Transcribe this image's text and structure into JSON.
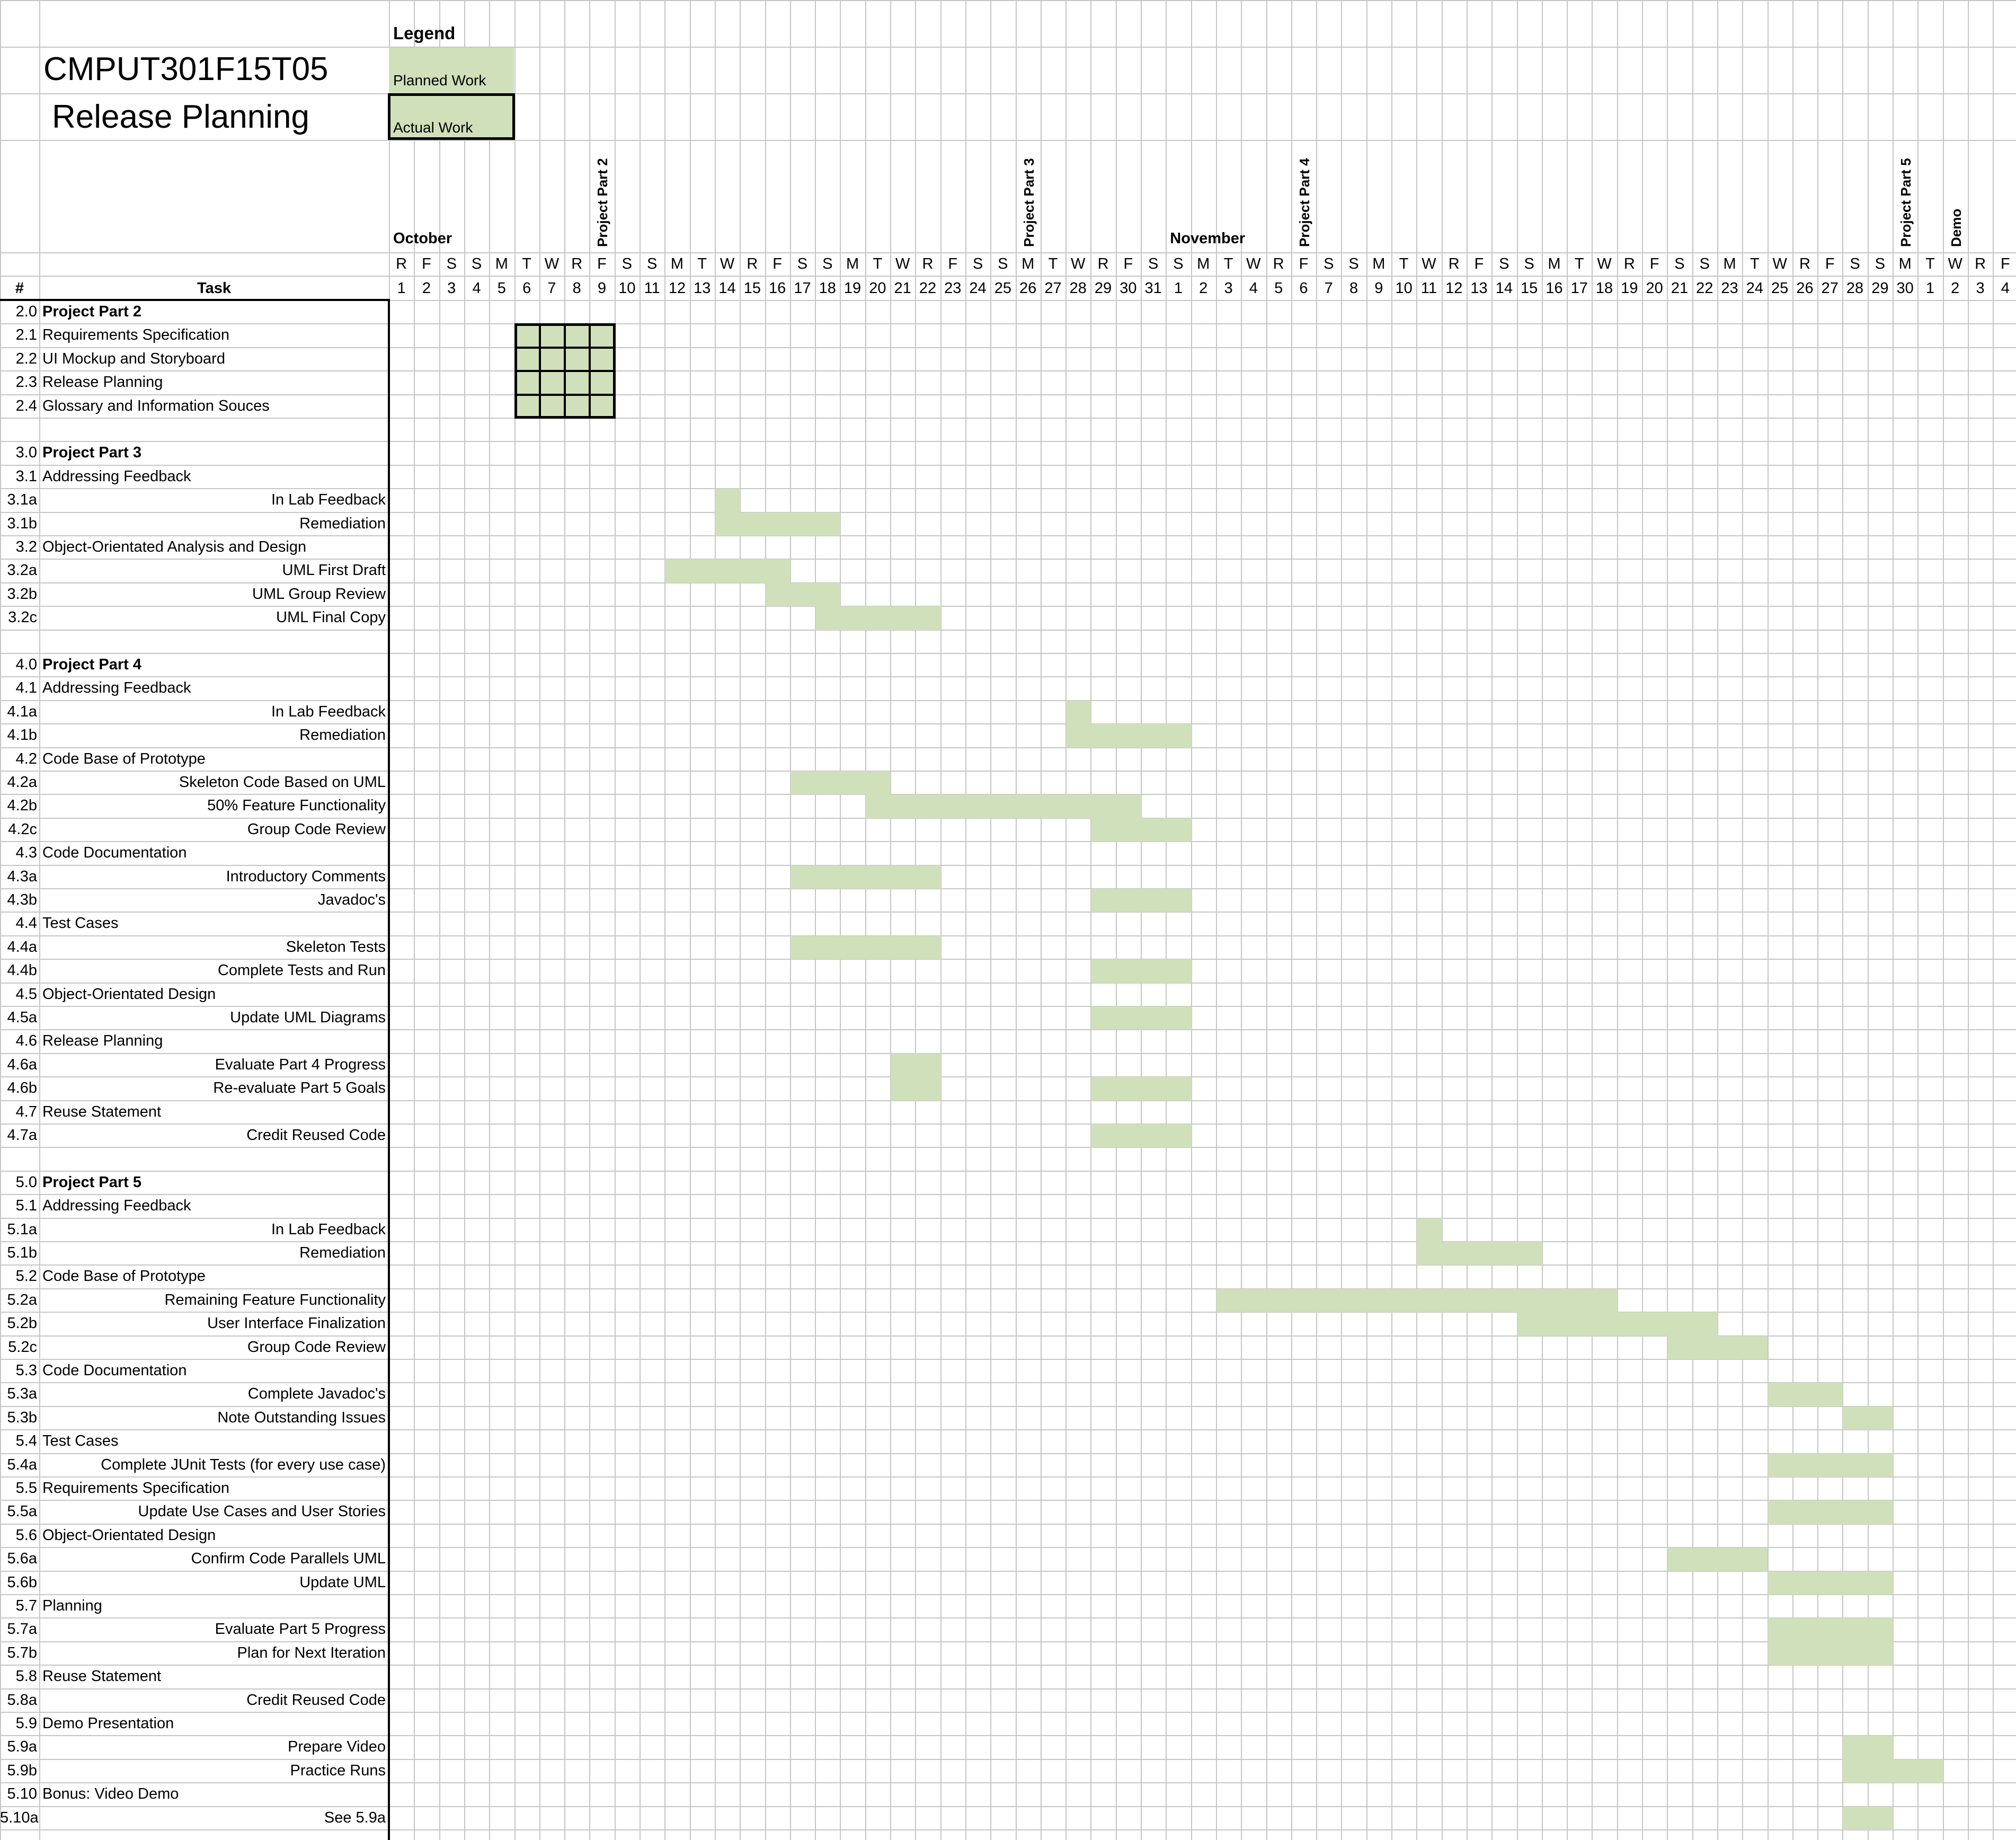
{
  "title_line1": "CMPUT301F15T05",
  "title_line2": "Release Planning",
  "legend": {
    "title": "Legend",
    "planned": "Planned Work",
    "actual": "Actual Work",
    "planned_color": "#cfe0bb",
    "actual_color": "#cfe0bb",
    "actual_border": "#000000"
  },
  "months": [
    {
      "label": "October",
      "start_day_index": 0
    },
    {
      "label": "November",
      "start_day_index": 31
    }
  ],
  "milestones": [
    {
      "label": "Project Part 2",
      "day_index": 8
    },
    {
      "label": "Project Part 3",
      "day_index": 25
    },
    {
      "label": "Project Part 4",
      "day_index": 36
    },
    {
      "label": "Project Part 5",
      "day_index": 60
    },
    {
      "label": "Demo",
      "day_index": 62
    }
  ],
  "header": {
    "num": "#",
    "task": "Task"
  },
  "weekdays": [
    "R",
    "F",
    "S",
    "S",
    "M",
    "T",
    "W",
    "R",
    "F",
    "S",
    "S",
    "M",
    "T",
    "W",
    "R",
    "F",
    "S",
    "S",
    "M",
    "T",
    "W",
    "R",
    "F",
    "S",
    "S",
    "M",
    "T",
    "W",
    "R",
    "F",
    "S",
    "S",
    "M",
    "T",
    "W",
    "R",
    "F",
    "S",
    "S",
    "M",
    "T",
    "W",
    "R",
    "F",
    "S",
    "S",
    "M",
    "T",
    "W",
    "R",
    "F",
    "S",
    "S",
    "M",
    "T",
    "W",
    "R",
    "F",
    "S",
    "S",
    "M",
    "T",
    "W",
    "R",
    "F"
  ],
  "dates": [
    "1",
    "2",
    "3",
    "4",
    "5",
    "6",
    "7",
    "8",
    "9",
    "10",
    "11",
    "12",
    "13",
    "14",
    "15",
    "16",
    "17",
    "18",
    "19",
    "20",
    "21",
    "22",
    "23",
    "24",
    "25",
    "26",
    "27",
    "28",
    "29",
    "30",
    "31",
    "1",
    "2",
    "3",
    "4",
    "5",
    "6",
    "7",
    "8",
    "9",
    "10",
    "11",
    "12",
    "13",
    "14",
    "15",
    "16",
    "17",
    "18",
    "19",
    "20",
    "21",
    "22",
    "23",
    "24",
    "25",
    "26",
    "27",
    "28",
    "29",
    "30",
    "1",
    "2",
    "3",
    "4"
  ],
  "rows": [
    {
      "num": "2.0",
      "task": "Project Part 2",
      "bold": true,
      "align": "left",
      "bars": []
    },
    {
      "num": "2.1",
      "task": "Requirements Specification",
      "align": "left",
      "actual": [
        5,
        8
      ],
      "bars": []
    },
    {
      "num": "2.2",
      "task": "UI Mockup and Storyboard",
      "align": "left",
      "actual": [
        5,
        8
      ],
      "bars": []
    },
    {
      "num": "2.3",
      "task": "Release Planning",
      "align": "left",
      "actual": [
        5,
        8
      ],
      "bars": []
    },
    {
      "num": "2.4",
      "task": "Glossary and Information Souces",
      "align": "left",
      "actual": [
        5,
        8
      ],
      "bars": []
    },
    {
      "num": "",
      "task": "",
      "align": "left",
      "bars": []
    },
    {
      "num": "3.0",
      "task": "Project Part 3",
      "bold": true,
      "align": "left",
      "bars": []
    },
    {
      "num": "3.1",
      "task": "Addressing Feedback",
      "align": "left",
      "bars": []
    },
    {
      "num": "3.1a",
      "task": "In Lab Feedback",
      "align": "right",
      "bars": [
        [
          13,
          13
        ]
      ]
    },
    {
      "num": "3.1b",
      "task": "Remediation",
      "align": "right",
      "bars": [
        [
          13,
          17
        ]
      ]
    },
    {
      "num": "3.2",
      "task": "Object-Orientated Analysis and Design",
      "align": "left",
      "bars": []
    },
    {
      "num": "3.2a",
      "task": "UML First Draft",
      "align": "right",
      "bars": [
        [
          11,
          15
        ]
      ]
    },
    {
      "num": "3.2b",
      "task": "UML Group Review",
      "align": "right",
      "bars": [
        [
          15,
          17
        ]
      ]
    },
    {
      "num": "3.2c",
      "task": "UML Final Copy",
      "align": "right",
      "bars": [
        [
          17,
          21
        ]
      ]
    },
    {
      "num": "",
      "task": "",
      "align": "left",
      "bars": []
    },
    {
      "num": "4.0",
      "task": "Project Part 4",
      "bold": true,
      "align": "left",
      "bars": []
    },
    {
      "num": "4.1",
      "task": "Addressing Feedback",
      "align": "left",
      "bars": []
    },
    {
      "num": "4.1a",
      "task": "In Lab Feedback",
      "align": "right",
      "bars": [
        [
          27,
          27
        ]
      ]
    },
    {
      "num": "4.1b",
      "task": "Remediation",
      "align": "right",
      "bars": [
        [
          27,
          31
        ]
      ]
    },
    {
      "num": "4.2",
      "task": "Code Base of Prototype",
      "align": "left",
      "bars": []
    },
    {
      "num": "4.2a",
      "task": "Skeleton Code Based on UML",
      "align": "right",
      "bars": [
        [
          16,
          19
        ]
      ]
    },
    {
      "num": "4.2b",
      "task": "50% Feature Functionality",
      "align": "right",
      "bars": [
        [
          19,
          29
        ]
      ]
    },
    {
      "num": "4.2c",
      "task": "Group Code Review",
      "align": "right",
      "bars": [
        [
          28,
          31
        ]
      ]
    },
    {
      "num": "4.3",
      "task": "Code Documentation",
      "align": "left",
      "bars": []
    },
    {
      "num": "4.3a",
      "task": "Introductory Comments",
      "align": "right",
      "bars": [
        [
          16,
          21
        ]
      ]
    },
    {
      "num": "4.3b",
      "task": "Javadoc's",
      "align": "right",
      "bars": [
        [
          28,
          31
        ]
      ]
    },
    {
      "num": "4.4",
      "task": "Test Cases",
      "align": "left",
      "bars": []
    },
    {
      "num": "4.4a",
      "task": "Skeleton Tests",
      "align": "right",
      "bars": [
        [
          16,
          21
        ]
      ]
    },
    {
      "num": "4.4b",
      "task": "Complete Tests and Run",
      "align": "right",
      "bars": [
        [
          28,
          31
        ]
      ]
    },
    {
      "num": "4.5",
      "task": "Object-Orientated Design",
      "align": "left",
      "bars": []
    },
    {
      "num": "4.5a",
      "task": "Update UML Diagrams",
      "align": "right",
      "bars": [
        [
          28,
          31
        ]
      ]
    },
    {
      "num": "4.6",
      "task": "Release Planning",
      "align": "left",
      "bars": []
    },
    {
      "num": "4.6a",
      "task": "Evaluate Part 4 Progress",
      "align": "right",
      "bars": [
        [
          20,
          21
        ]
      ]
    },
    {
      "num": "4.6b",
      "task": "Re-evaluate Part 5 Goals",
      "align": "right",
      "bars": [
        [
          20,
          21
        ],
        [
          28,
          31
        ]
      ]
    },
    {
      "num": "4.7",
      "task": "Reuse Statement",
      "align": "left",
      "bars": []
    },
    {
      "num": "4.7a",
      "task": "Credit Reused Code",
      "align": "right",
      "bars": [
        [
          28,
          31
        ]
      ]
    },
    {
      "num": "",
      "task": "",
      "align": "left",
      "bars": []
    },
    {
      "num": "5.0",
      "task": "Project Part 5",
      "bold": true,
      "align": "left",
      "bars": []
    },
    {
      "num": "5.1",
      "task": "Addressing Feedback",
      "align": "left",
      "bars": []
    },
    {
      "num": "5.1a",
      "task": "In Lab Feedback",
      "align": "right",
      "bars": [
        [
          41,
          41
        ]
      ]
    },
    {
      "num": "5.1b",
      "task": "Remediation",
      "align": "right",
      "bars": [
        [
          41,
          45
        ]
      ]
    },
    {
      "num": "5.2",
      "task": "Code Base of Prototype",
      "align": "left",
      "bars": []
    },
    {
      "num": "5.2a",
      "task": "Remaining Feature Functionality",
      "align": "right",
      "bars": [
        [
          33,
          48
        ]
      ]
    },
    {
      "num": "5.2b",
      "task": "User Interface Finalization",
      "align": "right",
      "bars": [
        [
          45,
          52
        ]
      ]
    },
    {
      "num": "5.2c",
      "task": "Group Code Review",
      "align": "right",
      "bars": [
        [
          51,
          54
        ]
      ]
    },
    {
      "num": "5.3",
      "task": "Code Documentation",
      "align": "left",
      "bars": []
    },
    {
      "num": "5.3a",
      "task": "Complete Javadoc's",
      "align": "right",
      "bars": [
        [
          55,
          57
        ]
      ]
    },
    {
      "num": "5.3b",
      "task": "Note Outstanding Issues",
      "align": "right",
      "bars": [
        [
          58,
          59
        ]
      ]
    },
    {
      "num": "5.4",
      "task": "Test Cases",
      "align": "left",
      "bars": []
    },
    {
      "num": "5.4a",
      "task": "Complete JUnit Tests (for every use case)",
      "align": "right",
      "bars": [
        [
          55,
          59
        ]
      ]
    },
    {
      "num": "5.5",
      "task": "Requirements Specification",
      "align": "left",
      "bars": []
    },
    {
      "num": "5.5a",
      "task": "Update Use Cases and User Stories",
      "align": "right",
      "bars": [
        [
          55,
          59
        ]
      ]
    },
    {
      "num": "5.6",
      "task": "Object-Orientated Design",
      "align": "left",
      "bars": []
    },
    {
      "num": "5.6a",
      "task": "Confirm Code Parallels UML",
      "align": "right",
      "bars": [
        [
          51,
          54
        ]
      ]
    },
    {
      "num": "5.6b",
      "task": "Update UML",
      "align": "right",
      "bars": [
        [
          55,
          59
        ]
      ]
    },
    {
      "num": "5.7",
      "task": "Planning",
      "align": "left",
      "bars": []
    },
    {
      "num": "5.7a",
      "task": "Evaluate Part 5 Progress",
      "align": "right",
      "bars": [
        [
          55,
          59
        ]
      ]
    },
    {
      "num": "5.7b",
      "task": "Plan for Next Iteration",
      "align": "right",
      "bars": [
        [
          55,
          59
        ]
      ]
    },
    {
      "num": "5.8",
      "task": "Reuse Statement",
      "align": "left",
      "bars": []
    },
    {
      "num": "5.8a",
      "task": "Credit Reused Code",
      "align": "right",
      "bars": []
    },
    {
      "num": "5.9",
      "task": "Demo Presentation",
      "align": "left",
      "bars": []
    },
    {
      "num": "5.9a",
      "task": "Prepare Video",
      "align": "right",
      "bars": [
        [
          58,
          59
        ]
      ]
    },
    {
      "num": "5.9b",
      "task": "Practice Runs",
      "align": "right",
      "bars": [
        [
          58,
          61
        ]
      ]
    },
    {
      "num": "5.10",
      "task": "Bonus: Video Demo",
      "align": "left",
      "bars": []
    },
    {
      "num": "5.10a",
      "task": "See 5.9a",
      "align": "right",
      "bars": [
        [
          58,
          59
        ]
      ]
    }
  ]
}
